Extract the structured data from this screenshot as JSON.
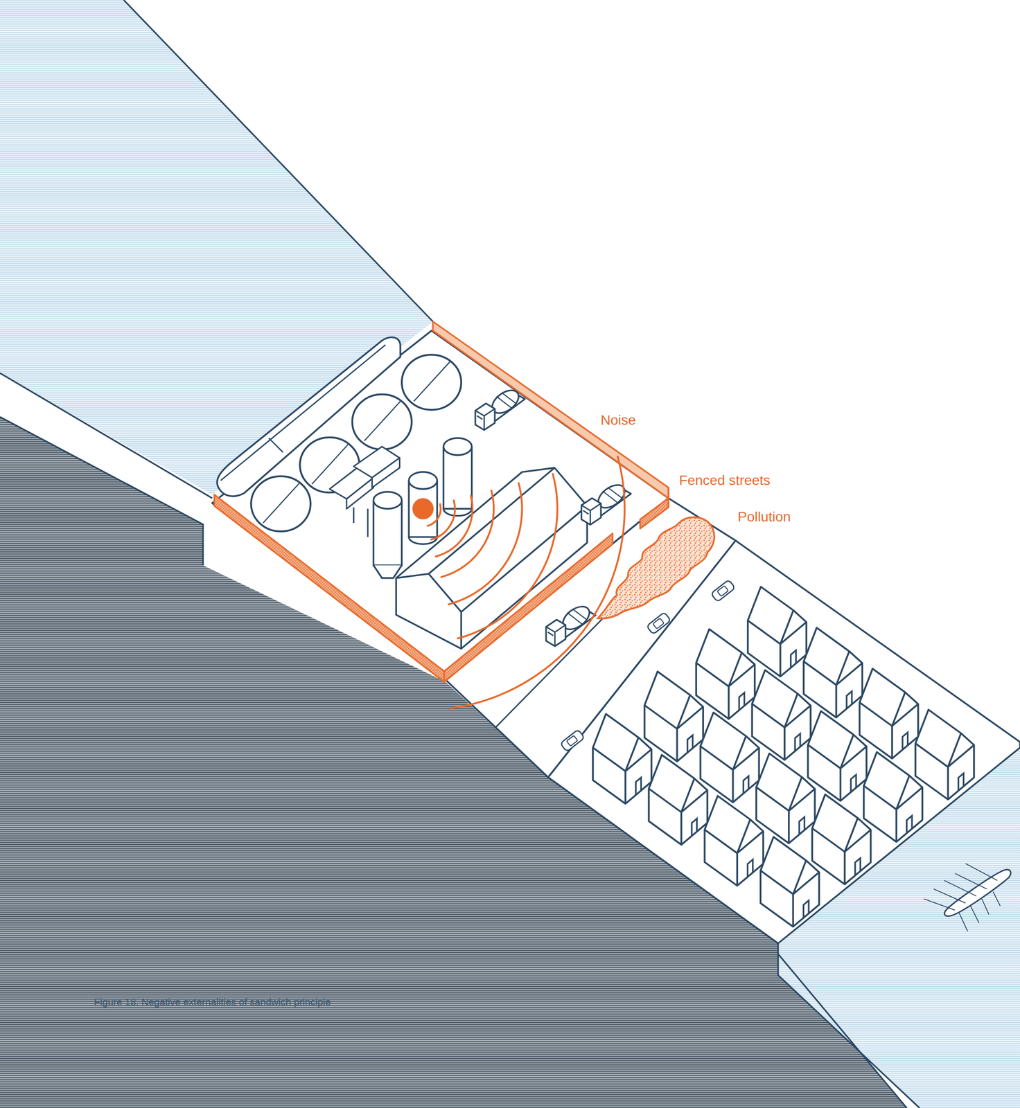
{
  "diagram": {
    "caption": "Figure 18. Negative externalities of sandwich principle",
    "labels": [
      "Noise",
      "Fenced streets",
      "Pollution"
    ]
  }
}
